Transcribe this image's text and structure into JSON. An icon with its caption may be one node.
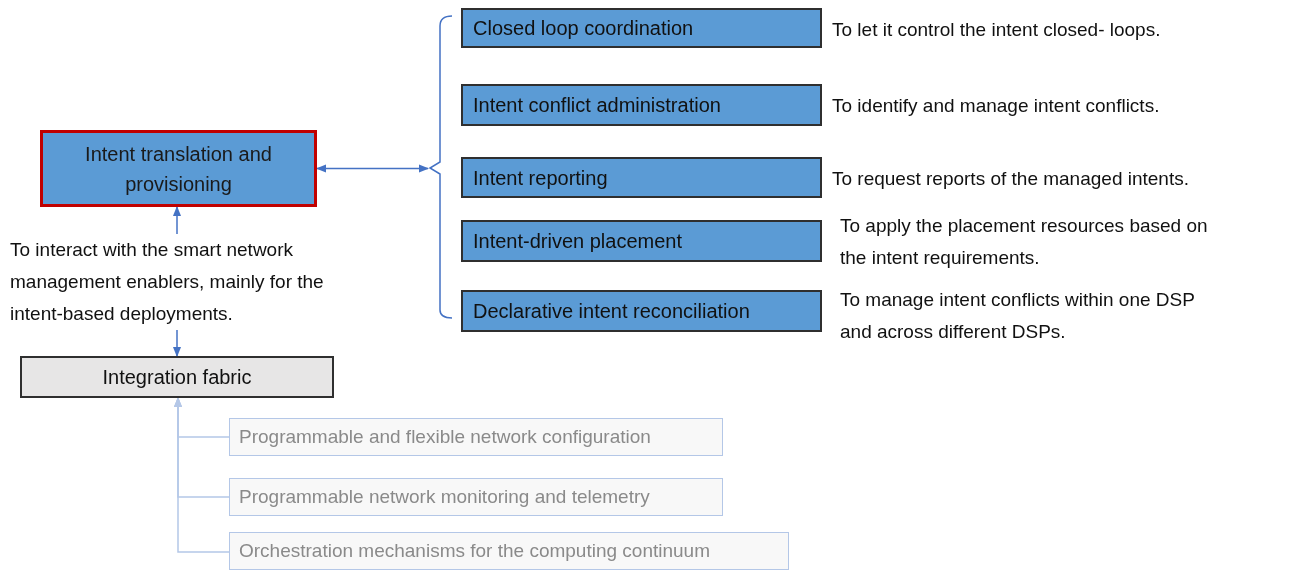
{
  "diagram": {
    "nodes": [
      {
        "text": [
          "Intent translation and provisioning"
        ]
      },
      {
        "text": [
          "Closed loop coordination"
        ],
        "beside": [
          "To let it control the intent closed- loops."
        ]
      },
      {
        "text": [
          "Intent conflict administration"
        ],
        "beside": [
          "To identify and manage intent conflicts."
        ]
      },
      {
        "text": [
          "Intent reporting"
        ],
        "beside": [
          "To request reports of the managed intents."
        ]
      },
      {
        "text": [
          "Intent-driven placement"
        ],
        "beside": [
          "To apply the placement resources based on the intent requirements."
        ]
      },
      {
        "text": [
          "Declarative intent reconciliation"
        ],
        "beside": [
          "To manage intent conflicts within one DSP and across different DSPs."
        ]
      },
      {
        "text": [],
        "shape": "bracket"
      },
      {
        "text": [
          "Integration fabric"
        ]
      },
      {
        "text": [
          "Programmable and flexible network configuration"
        ]
      },
      {
        "text": [
          "Programmable network monitoring and telemetry"
        ]
      },
      {
        "text": [
          "Orchestration mechanisms for the computing continuum"
        ]
      }
    ],
    "edges": [
      {
        "from": 0,
        "to": 6,
        "arrow": "both",
        "color": "#4472c4"
      },
      {
        "from": 0,
        "to": 7,
        "arrow": "both",
        "color": "#4472c4",
        "label": "To interact with the smart network management enablers, mainly for the intent-based deployments."
      },
      {
        "from": 8,
        "to": 7,
        "arrow": "to",
        "color": "#b4c7e7"
      },
      {
        "from": 9,
        "to": 7,
        "arrow": "to",
        "color": "#b4c7e7"
      },
      {
        "from": 10,
        "to": 7,
        "arrow": "to",
        "color": "#b4c7e7"
      }
    ]
  }
}
